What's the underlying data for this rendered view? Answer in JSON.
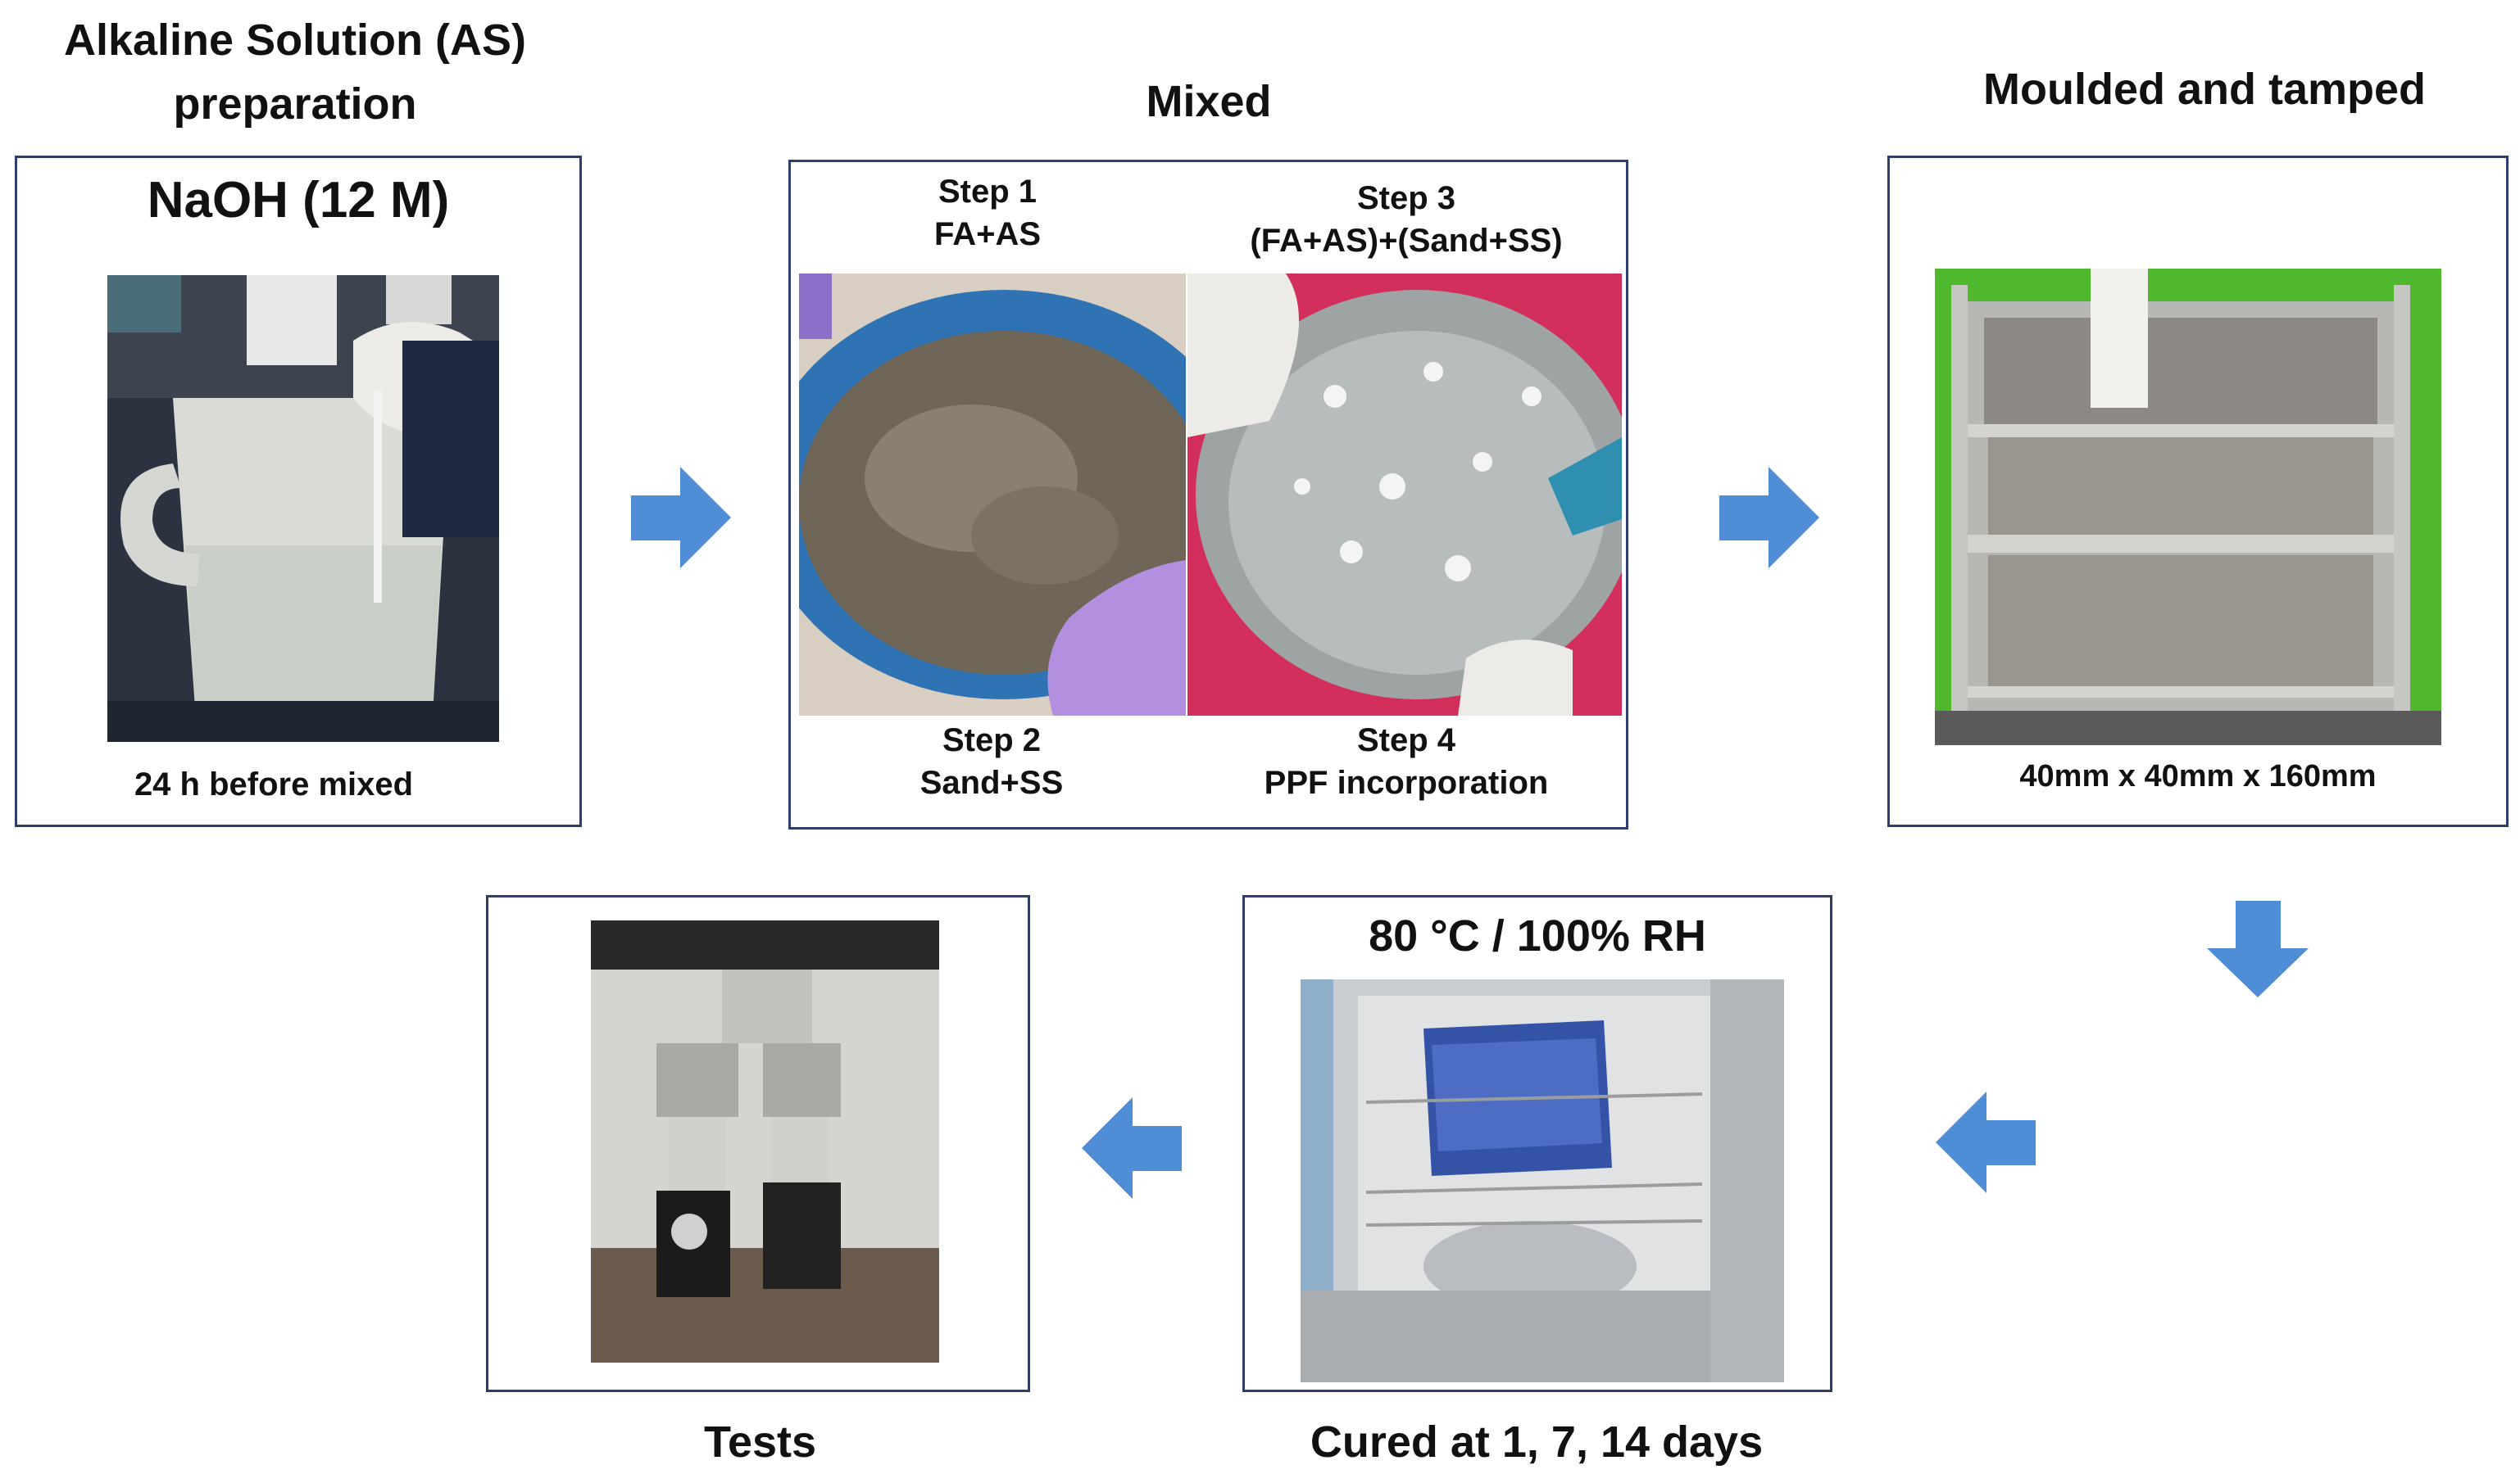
{
  "headings": {
    "alkaline": "Alkaline Solution (AS)\npreparation",
    "mixed": "Mixed",
    "moulded": "Moulded and tamped",
    "tests": "Tests",
    "cured": "Cured at 1, 7, 14 days"
  },
  "panel_as": {
    "title": "NaOH (12 M)",
    "caption": "24 h before mixed"
  },
  "panel_mixed": {
    "step1": "Step 1\nFA+AS",
    "step2": "Step 2\nSand+SS",
    "step3": "Step 3\n(FA+AS)+(Sand+SS)",
    "step4": "Step 4\nPPF incorporation"
  },
  "panel_mould": {
    "caption": "40mm x 40mm x 160mm"
  },
  "panel_cure": {
    "title": "80 °C / 100% RH"
  },
  "colors": {
    "arrow": "#4f8ed6",
    "border": "#2f3d6b"
  },
  "icons": [
    "arrow-right-icon",
    "arrow-down-icon",
    "arrow-left-icon"
  ]
}
